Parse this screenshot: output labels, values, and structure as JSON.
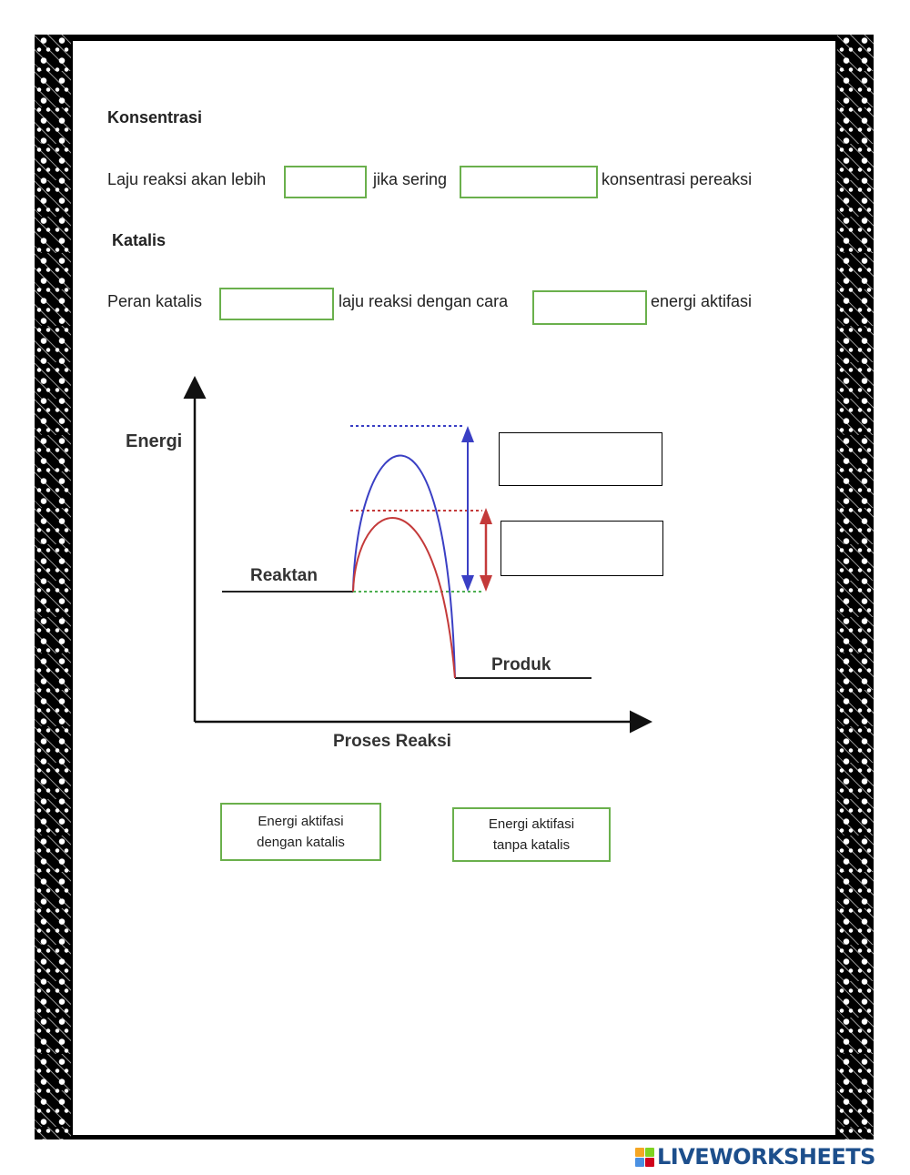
{
  "konsentrasi": {
    "heading": "Konsentrasi",
    "sentence": {
      "part1": "Laju reaksi akan lebih",
      "part2": "jika sering",
      "part3": "konsentrasi pereaksi"
    }
  },
  "katalis": {
    "heading": "Katalis",
    "sentence": {
      "part1": "Peran katalis",
      "part2": "laju reaksi dengan cara",
      "part3": "energi aktifasi"
    }
  },
  "diagram": {
    "y_label": "Energi",
    "x_label": "Proses Reaksi",
    "reactant_label": "Reaktan",
    "product_label": "Produk",
    "colors": {
      "without_catalyst": "#3a3fc4",
      "with_catalyst": "#c43a3a",
      "baseline": "#4caf50"
    }
  },
  "options": [
    {
      "line1": "Energi aktifasi",
      "line2": "dengan katalis"
    },
    {
      "line1": "Energi aktifasi",
      "line2": "tanpa katalis"
    }
  ],
  "brand": {
    "name": "LIVEWORKSHEETS"
  }
}
